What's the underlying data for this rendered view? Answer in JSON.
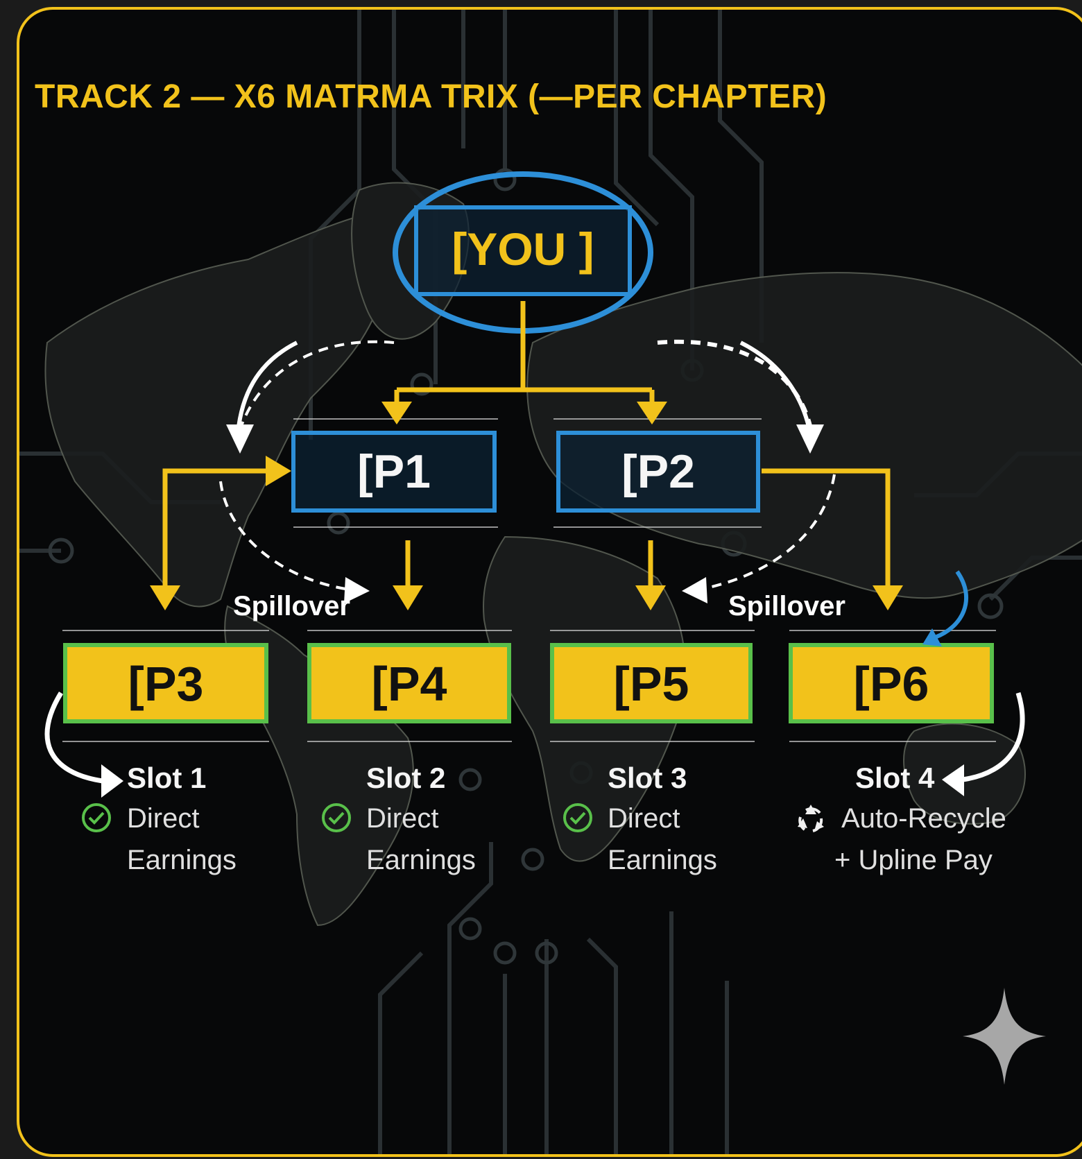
{
  "title": "TRACK 2 — X6 MATRMA TRIX (—PER CHAPTER)",
  "root": {
    "label": "[YOU ]"
  },
  "level1": [
    {
      "label": "[P1"
    },
    {
      "label": "[P2"
    }
  ],
  "level2": [
    {
      "label": "[P3"
    },
    {
      "label": "[P4"
    },
    {
      "label": "[P5"
    },
    {
      "label": "[P6"
    }
  ],
  "spillover_labels": [
    "Spillover",
    "Spillover"
  ],
  "slots": [
    {
      "title": "Slot 1",
      "line1": "Direct",
      "line2": "Earnings",
      "icon": "check-circle-icon"
    },
    {
      "title": "Slot 2",
      "line1": "Direct",
      "line2": "Earnings",
      "icon": "check-circle-icon"
    },
    {
      "title": "Slot 3",
      "line1": "Direct",
      "line2": "Earnings",
      "icon": "check-circle-icon"
    },
    {
      "title": "Slot 4",
      "line1": "Auto-Recycle",
      "line2": "+ Upline Pay",
      "icon": "recycle-icon"
    }
  ],
  "colors": {
    "accent_yellow": "#f2c21b",
    "node_blue": "#2d8fd8",
    "leaf_green": "#59c04a",
    "background": "#070809"
  }
}
